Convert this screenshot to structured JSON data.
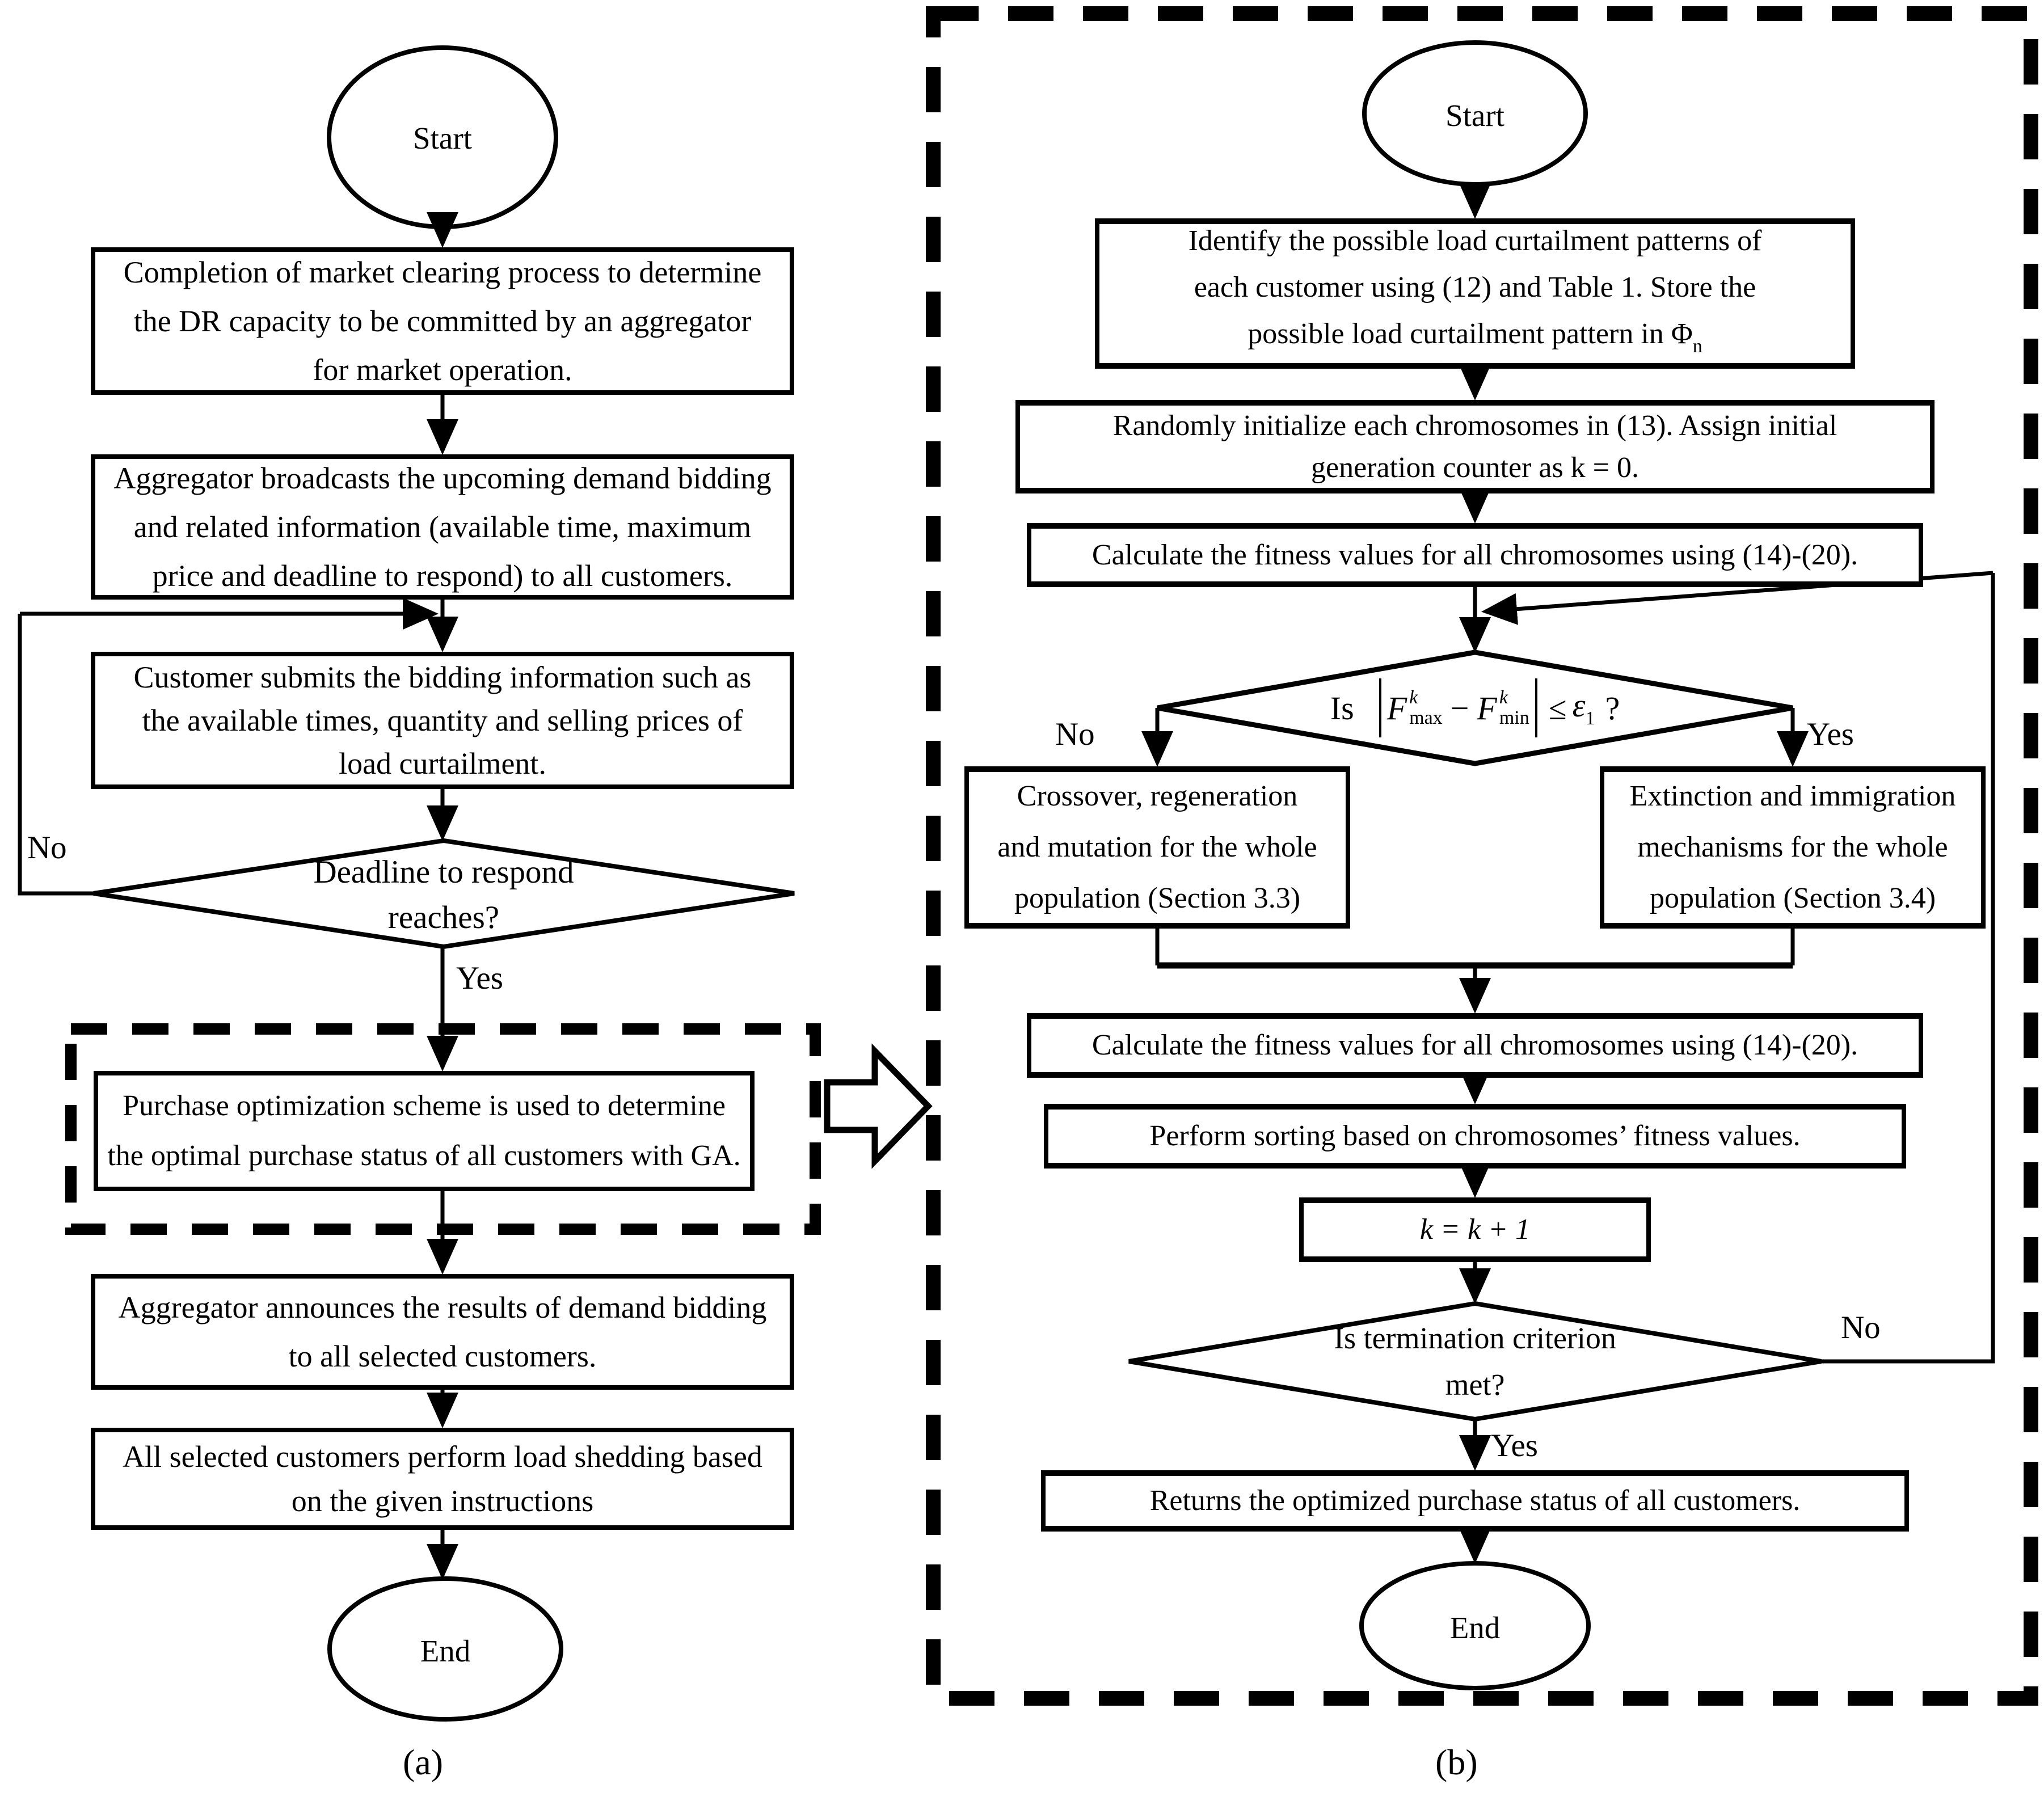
{
  "colors": {
    "ink": "#000000",
    "background": "#ffffff"
  },
  "flow_a": {
    "start": "Start",
    "end": "End",
    "label": "(a)",
    "boxes": {
      "market_clearing": {
        "lines": [
          "Completion of market clearing process to determine",
          "the DR capacity to be committed by an aggregator",
          "for market operation."
        ]
      },
      "broadcast": {
        "lines": [
          "Aggregator broadcasts the upcoming demand bidding",
          "and related information (available time, maximum",
          "price and deadline to respond) to all customers."
        ]
      },
      "customer_submit": {
        "lines": [
          "Customer submits the bidding information such as",
          "the available times, quantity and selling prices of",
          "load curtailment."
        ]
      },
      "purchase_opt": {
        "lines": [
          "Purchase optimization scheme is used to determine",
          "the optimal purchase status of all customers with GA."
        ]
      },
      "announce": {
        "lines": [
          "Aggregator announces the results of demand bidding",
          "to all selected customers."
        ]
      },
      "load_shedding": {
        "lines": [
          "All selected customers perform load shedding based",
          "on the given instructions"
        ]
      }
    },
    "decision_deadline": {
      "lines": [
        "Deadline to respond",
        "reaches?"
      ],
      "no": "No",
      "yes": "Yes"
    }
  },
  "flow_b": {
    "start": "Start",
    "end": "End",
    "label": "(b)",
    "boxes": {
      "identify": {
        "lines": [
          "Identify the possible load curtailment patterns of",
          "each customer using (12) and Table 1. Store the"
        ],
        "line3_prefix": "possible load curtailment pattern in Φ",
        "line3_sub": "n"
      },
      "initialize": {
        "lines": [
          "Randomly initialize each chromosomes in (13). Assign initial",
          "generation counter as k = 0."
        ]
      },
      "fitness1": {
        "lines": [
          "Calculate the fitness values for all chromosomes using (14)-(20)."
        ]
      },
      "crossover": {
        "lines": [
          "Crossover, regeneration",
          "and mutation for the whole",
          "population (Section 3.3)"
        ]
      },
      "extinction": {
        "lines": [
          "Extinction and immigration",
          "mechanisms for the whole",
          "population (Section 3.4)"
        ]
      },
      "fitness2": {
        "lines": [
          "Calculate the fitness values for all chromosomes using (14)-(20)."
        ]
      },
      "sorting": {
        "lines": [
          "Perform sorting based on chromosomes’ fitness values."
        ]
      },
      "increment": {
        "lines": [
          "k = k + 1"
        ]
      },
      "returns": {
        "lines": [
          "Returns the optimized purchase status of all customers."
        ]
      }
    },
    "decision_convergence": {
      "prefix": "Is",
      "f": "F",
      "sup": "k",
      "sub_max": "max",
      "minus": "−",
      "sub_min": "min",
      "leq": "≤",
      "epsilon": "ε",
      "eps_sub": "1",
      "question": "?",
      "no": "No",
      "yes": "Yes"
    },
    "decision_termination": {
      "lines": [
        "Is termination criterion",
        "met?"
      ],
      "no": "No",
      "yes": "Yes"
    }
  }
}
